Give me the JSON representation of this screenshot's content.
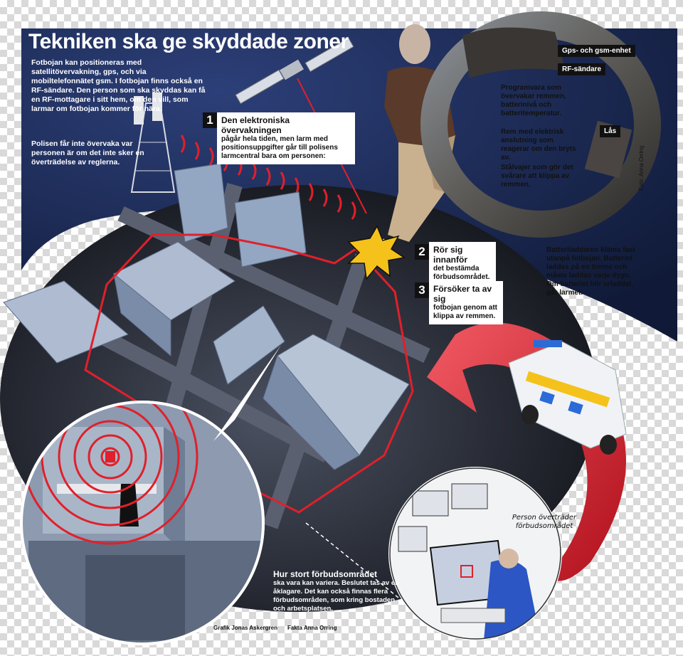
{
  "title": "Tekniken ska ge skyddade zoner",
  "intro": "Fotbojan kan positioneras med satellitövervakning, gps, och via mobiltelefonnätet gsm. I fotbojan finns också en RF-sändare. Den person som ska skyddas kan få en RF-mottagare i sitt hem, om den vill, som larmar om fotbojan kommer för nära.",
  "police_note": "Polisen får inte övervaka var personen är om det inte sker en överträdelse av reglerna.",
  "steps": [
    {
      "num": "1",
      "heading": "Den elektroniska övervakningen",
      "body": "pågår hela tiden, men larm med positionsuppgifter går till polisens larmcentral bara om personen:"
    },
    {
      "num": "2",
      "heading": "Rör sig innanför",
      "body": "det bestämda förbudsområdet."
    },
    {
      "num": "3",
      "heading": "Försöker ta av sig",
      "body": "fotbojan genom att klippa av remmen."
    }
  ],
  "device_tags": {
    "gps_gsm": "Gps- och gsm-enhet",
    "rf": "RF-sändare",
    "lock": "Lås"
  },
  "device_notes": {
    "software": "Programvara som övervakar remmen, batterinivå och batteritemperatur.",
    "strap": "Rem med elektrisk anslutning som reagerar om den bryts av.",
    "wire": "Stålvajer som gör det svårare att klippa av remmen."
  },
  "battery_note": "Batteriladdaren kläms fast utanpå fotbojan. Batteriet laddas på en timme och måste laddas varje dygn. Om batteriet blir urladdat, går larmet.",
  "area_heading": "Hur stort förbudsområdet",
  "area_body": "ska vara kan variera. Beslutet tas av en åklagare. Det kan också finnas flera förbudsområden, som kring bostaden och arbetsplatsen.",
  "screen_bubble": "Person överträder förbudsområdet",
  "credits": {
    "graphic": "Grafik Jonas Askergren",
    "facts": "Fakta Anna Orring",
    "photo": "Foto: Anna Orring"
  },
  "colors": {
    "navy": "#1b2a55",
    "alarm_red": "#e0202a",
    "building": "#93a6c2",
    "ground": "#3a3f4e"
  }
}
